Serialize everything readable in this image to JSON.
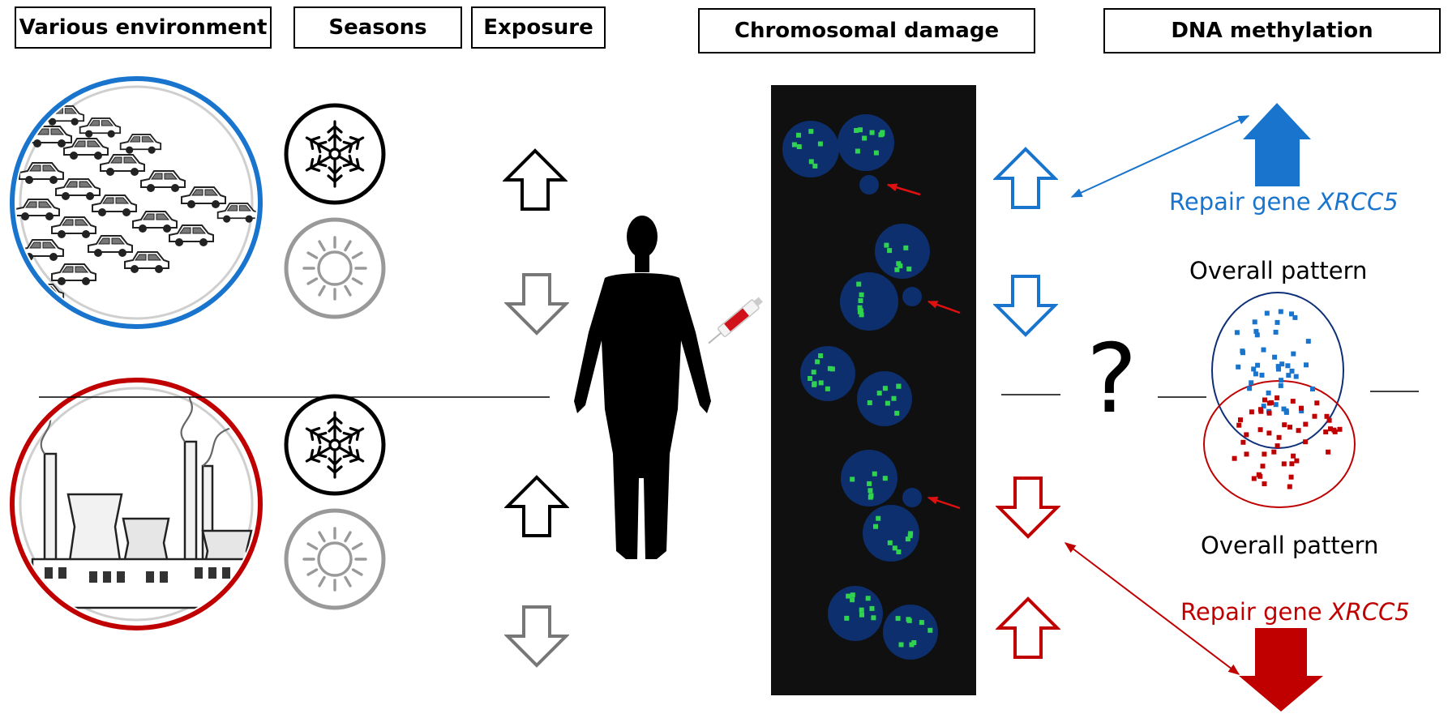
{
  "headers": {
    "environment": "Various environment",
    "seasons": "Seasons",
    "exposure": "Exposure",
    "chromosomal_damage": "Chromosomal damage",
    "dna_methylation": "DNA methylation"
  },
  "labels": {
    "repair_gene_prefix": "Repair gene",
    "repair_gene_name": "XRCC5",
    "overall_pattern_top": "Overall pattern",
    "overall_pattern_bottom": "Overall pattern",
    "unknown_mark": "?"
  },
  "colors": {
    "traffic_region": "#1874cd",
    "industrial_region": "#c00000",
    "panel_background": "#101010",
    "nucleus": "#0d2f6e",
    "signal_dot": "#2fd34f",
    "syringe": "#d0121b",
    "arrow_black": "#000000",
    "arrow_gray": "#777777"
  },
  "icons": {
    "traffic": "traffic-jam-icon",
    "industry": "industrial-plant-icon",
    "winter": "snowflake-icon",
    "summer": "sun-icon",
    "person": "human-silhouette-icon",
    "sampling": "syringe-icon"
  },
  "findings": {
    "traffic_region": {
      "winter_exposure": "up",
      "summer_exposure": "down",
      "winter_damage": "up",
      "summer_damage": "down",
      "xrcc5_methylation": "up"
    },
    "industrial_region": {
      "winter_exposure": "up",
      "summer_exposure": "down",
      "winter_damage": "down",
      "summer_damage": "up",
      "xrcc5_methylation": "down"
    }
  }
}
